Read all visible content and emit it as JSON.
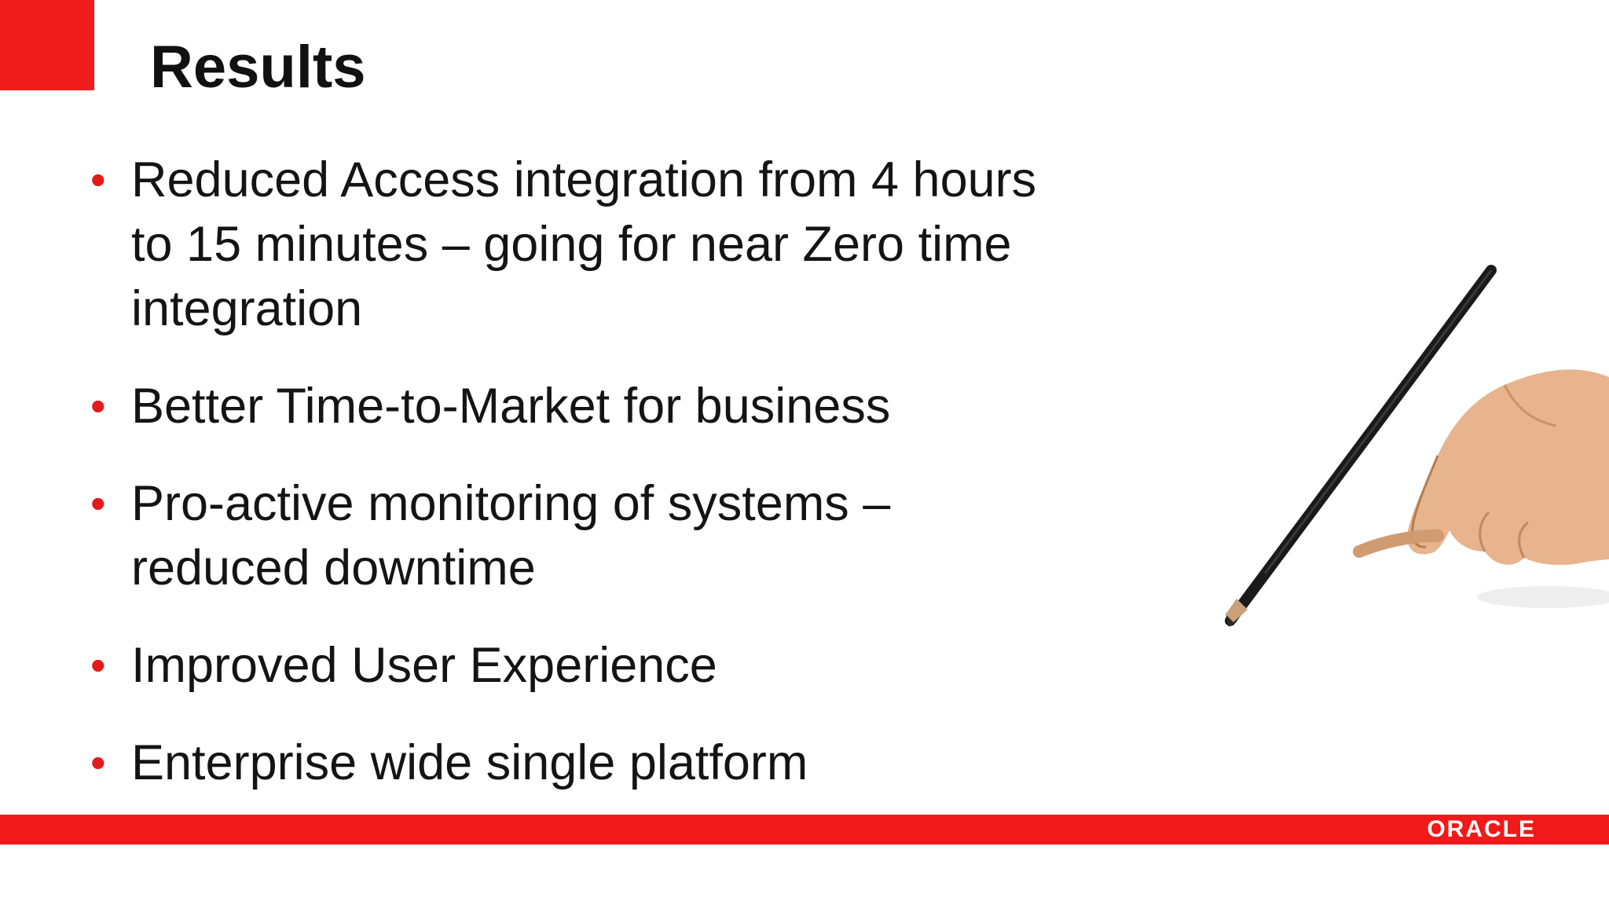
{
  "slide": {
    "title": "Results",
    "bullets": [
      {
        "text": "Reduced Access integration from 4 hours to 15 minutes – going for near Zero time integration"
      },
      {
        "text": "Better Time-to-Market for business"
      },
      {
        "text": "Pro-active monitoring of systems – reduced downtime"
      },
      {
        "text": "Improved User Experience"
      },
      {
        "text": "Enterprise wide single platform"
      }
    ],
    "bullet_glyph": "•",
    "image": {
      "icon": "hand-writing-with-pencil-icon"
    },
    "footer": {
      "logo_text": "ORACLE"
    },
    "colors": {
      "accent": "#ee1c1c",
      "text": "#141414",
      "background": "#ffffff"
    }
  }
}
